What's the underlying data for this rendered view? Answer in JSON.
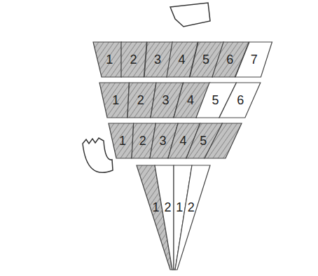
{
  "diagram": {
    "nodes": [
      {
        "text": [
          "1"
        ]
      },
      {
        "text": [
          "2"
        ]
      },
      {
        "text": [
          "3"
        ]
      },
      {
        "text": [
          "4"
        ]
      },
      {
        "text": [
          "5"
        ]
      },
      {
        "text": [
          "6"
        ]
      },
      {
        "text": [
          "7"
        ]
      },
      {
        "text": [
          "1"
        ]
      },
      {
        "text": [
          "2"
        ]
      },
      {
        "text": [
          "3"
        ]
      },
      {
        "text": [
          "4"
        ]
      },
      {
        "text": [
          "5"
        ]
      },
      {
        "text": [
          "6"
        ]
      },
      {
        "text": [
          "1"
        ]
      },
      {
        "text": [
          "2"
        ]
      },
      {
        "text": [
          "3"
        ]
      },
      {
        "text": [
          "4"
        ]
      },
      {
        "text": [
          "5"
        ]
      },
      {
        "text": [
          "1"
        ]
      },
      {
        "text": [
          "2"
        ]
      },
      {
        "text": [
          "1"
        ]
      },
      {
        "text": [
          "2"
        ]
      }
    ]
  }
}
